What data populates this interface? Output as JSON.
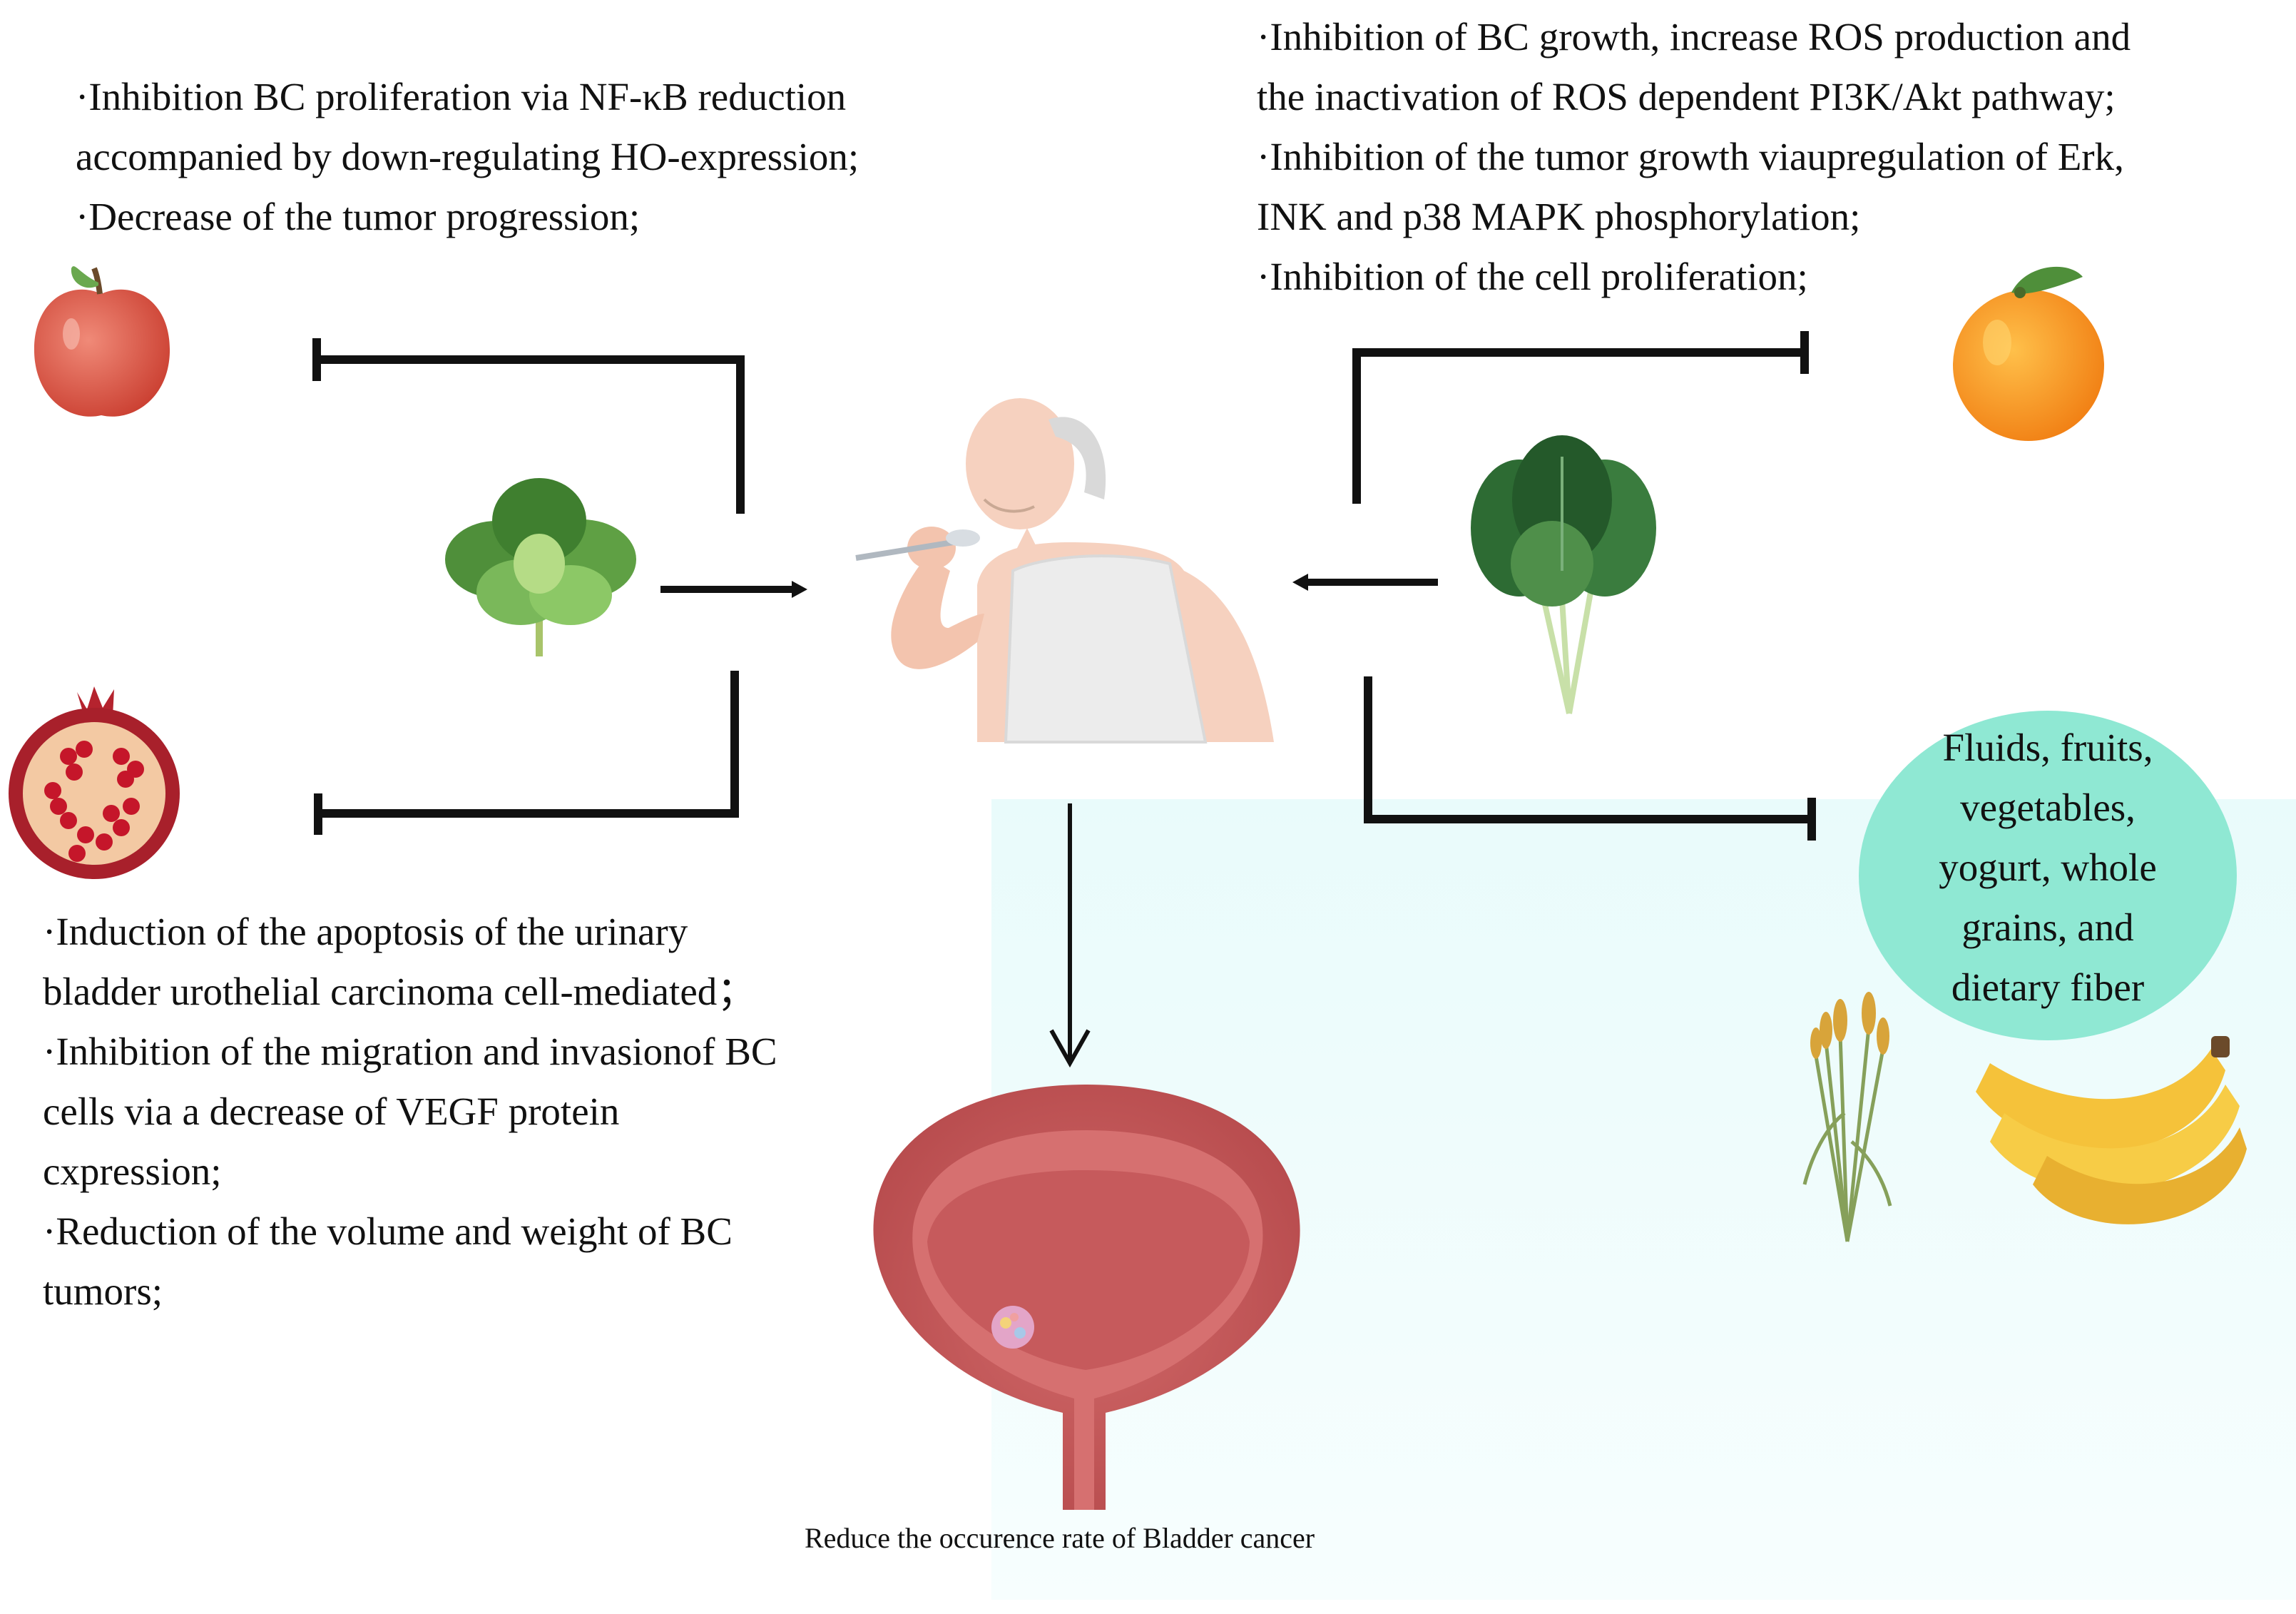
{
  "top_left_effects": [
    "·Inhibition BC proliferation via NF-κB reduction",
    " accompanied by down-regulating HO-expression;",
    "·Decrease of the tumor progression;"
  ],
  "top_right_effects": [
    "·Inhibition of BC growth, increase ROS production and",
    " the inactivation of ROS dependent PI3K/Akt pathway;",
    "·Inhibition of the tumor growth viaupregulation of Erk,",
    " INK and p38 MAPK phosphorylation;",
    "·Inhibition of the cell proliferation;"
  ],
  "bottom_left_effects": [
    "·Induction of the apoptosis of the urinary",
    " bladder urothelial carcinoma cell-mediated；",
    "·Inhibition of the migration and invasionof BC",
    "  cells via a decrease of VEGF protein",
    "cxpression;",
    "·Reduction of the volume and weight of BC",
    "  tumors;"
  ],
  "diet_circle": [
    "Fluids, fruits,",
    "vegetables,",
    "yogurt, whole",
    "grains, and",
    "dietary fiber"
  ],
  "outcome_caption": "Reduce the occurence rate of Bladder cancer",
  "icons": [
    "apple-icon",
    "lettuce-icon",
    "pomegranate-icon",
    "person-eating-icon",
    "orange-icon",
    "spinach-icon",
    "wheat-icon",
    "banana-icon",
    "bladder-icon"
  ],
  "colors": {
    "accent_circle": "#8fe8d3",
    "panel_background": "#e9fbfb",
    "arrows": "#111111"
  }
}
